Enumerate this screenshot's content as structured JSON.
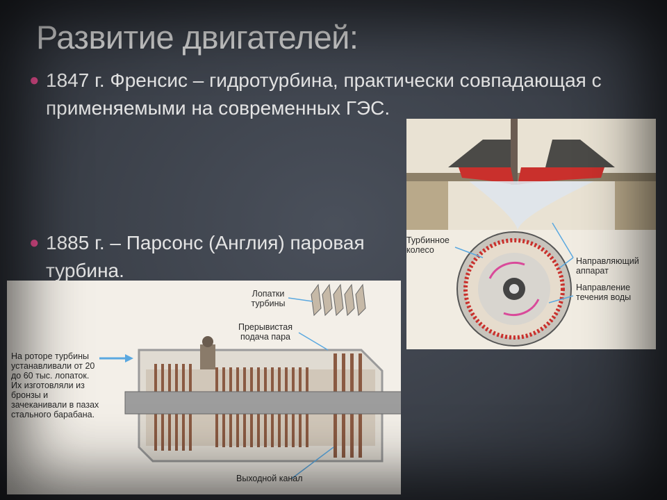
{
  "slide": {
    "title": "Развитие двигателей:",
    "bullets": [
      {
        "text": "1847 г. Френсис – гидротурбина, практически совпадающая с применяемыми на современных ГЭС."
      },
      {
        "text": "1885 г. – Парсонс (Англия) паровая турбина."
      }
    ]
  },
  "francis_figure": {
    "labels": {
      "runner": "Турбинное колесо",
      "guide": "Направляющий аппарат",
      "flow": "Направление течения воды"
    }
  },
  "parsons_figure": {
    "labels": {
      "blades": "Лопатки турбины",
      "steam": "Прерывистая подача пара",
      "note": "На роторе турбины устанавливали от 20 до 60 тыс. лопаток. Их изготовляли из бронзы и зачеканивали в пазах стального барабана.",
      "exhaust": "Выходной канал"
    }
  },
  "colors": {
    "bullet_accent": "#e24c8c",
    "title": "#d6d6d6",
    "arrow": "#5aa8e0"
  }
}
